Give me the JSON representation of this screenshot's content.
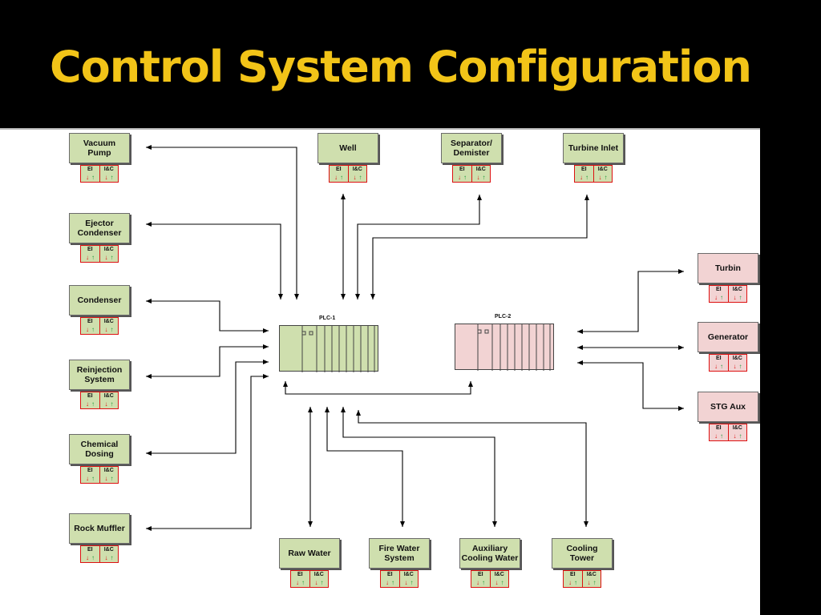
{
  "slide": {
    "title": "Control System Configuration"
  },
  "io_labels": {
    "left": "EI",
    "right": "I&C"
  },
  "plc": [
    {
      "id": "plc1",
      "label": "PLC-1",
      "color": "#cfdfae"
    },
    {
      "id": "plc2",
      "label": "PLC-2",
      "color": "#f2d3d3"
    }
  ],
  "nodes": [
    {
      "id": "vacuum-pump",
      "label": "Vacuum\nPump",
      "color": "#cfdfae"
    },
    {
      "id": "ejector-condenser",
      "label": "Ejector\nCondenser",
      "color": "#cfdfae"
    },
    {
      "id": "condenser",
      "label": "Condenser",
      "color": "#cfdfae"
    },
    {
      "id": "reinjection-system",
      "label": "Reinjection\nSystem",
      "color": "#cfdfae"
    },
    {
      "id": "chemical-dosing",
      "label": "Chemical\nDosing",
      "color": "#cfdfae"
    },
    {
      "id": "rock-muffler",
      "label": "Rock Muffler",
      "color": "#cfdfae"
    },
    {
      "id": "well",
      "label": "Well",
      "color": "#cfdfae"
    },
    {
      "id": "separator-demister",
      "label": "Separator/\nDemister",
      "color": "#cfdfae"
    },
    {
      "id": "turbine-inlet",
      "label": "Turbine Inlet",
      "color": "#cfdfae"
    },
    {
      "id": "raw-water",
      "label": "Raw Water",
      "color": "#cfdfae"
    },
    {
      "id": "fire-water-system",
      "label": "Fire Water\nSystem",
      "color": "#cfdfae"
    },
    {
      "id": "auxiliary-cooling-water",
      "label": "Auxiliary\nCooling Water",
      "color": "#cfdfae"
    },
    {
      "id": "cooling-tower",
      "label": "Cooling\nTower",
      "color": "#cfdfae"
    },
    {
      "id": "turbin",
      "label": "Turbin",
      "color": "#f2d3d3"
    },
    {
      "id": "generator",
      "label": "Generator",
      "color": "#f2d3d3"
    },
    {
      "id": "stg-aux",
      "label": "STG Aux",
      "color": "#f2d3d3"
    }
  ]
}
